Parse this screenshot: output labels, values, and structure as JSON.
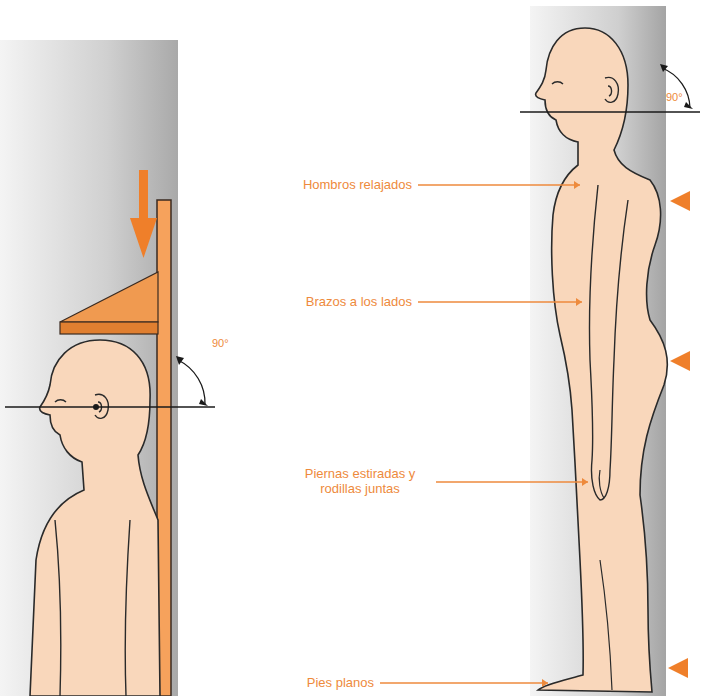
{
  "diagram": {
    "labels": [
      "90°",
      "90°",
      "Hombros relajados",
      "Brazos a los lados",
      "Piernas estiradas y rodillas juntas",
      "Pies planos"
    ]
  }
}
